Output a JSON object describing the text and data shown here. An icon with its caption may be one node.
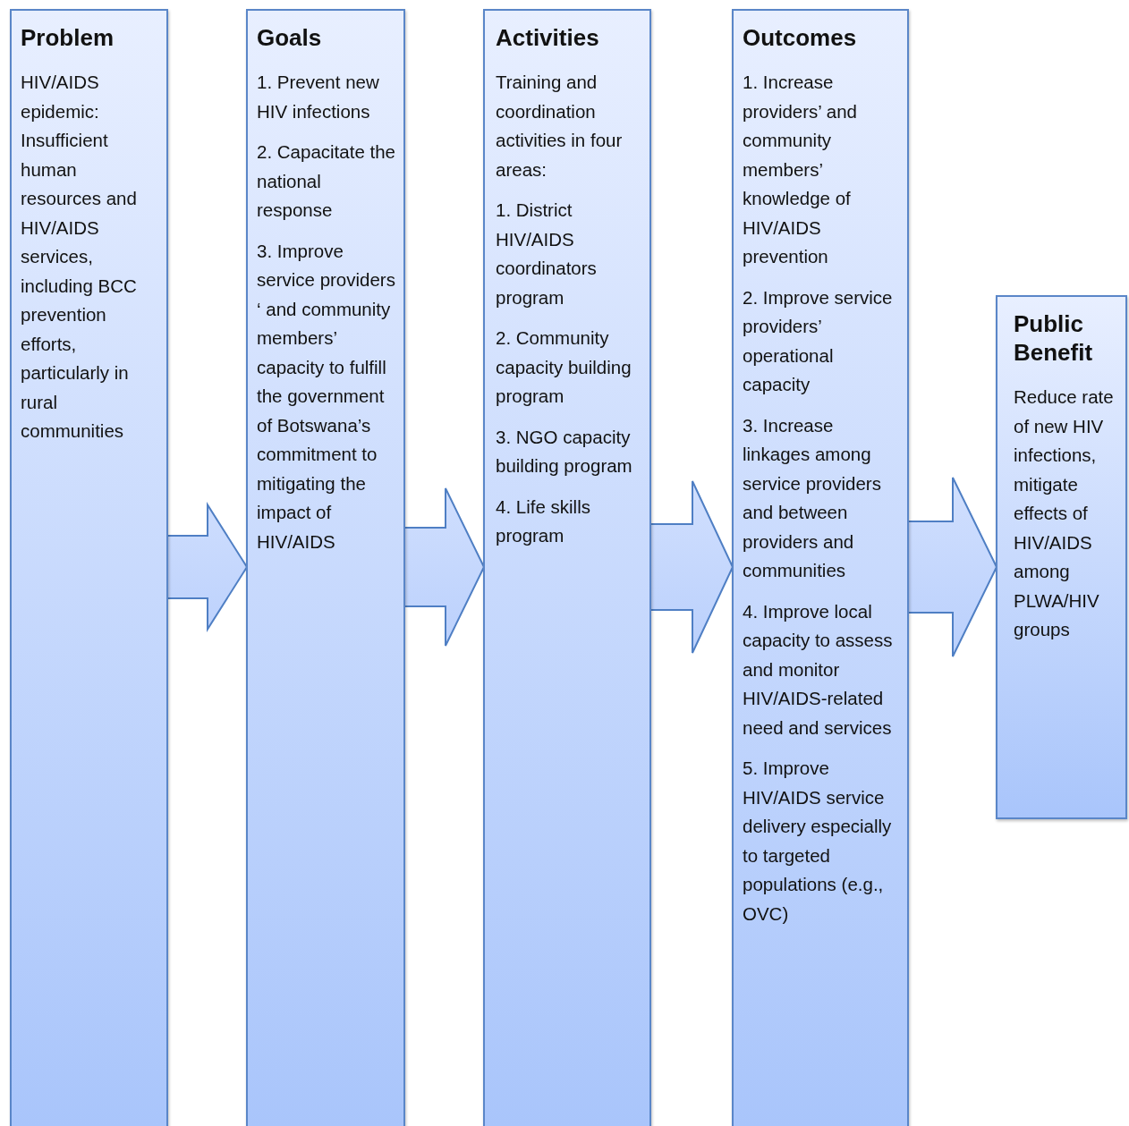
{
  "diagram": {
    "nodes": [
      {
        "text": [
          "Problem",
          "HIV/AIDS epidemic: Insufficient human resources and HIV/AIDS services, including BCC prevention efforts, particularly in rural communities"
        ]
      },
      {
        "text": [
          "Goals",
          "1. Prevent new HIV infections",
          "2. Capacitate the national response",
          "3. Improve service providers ‘ and community members’ capacity to fulfill the government of Botswana’s commitment to mitigating the impact of HIV/AIDS"
        ]
      },
      {
        "text": [
          "Activities",
          "Training and coordination activities in four areas:",
          "1. District HIV/AIDS coordinators program",
          "2. Community capacity building program",
          "3. NGO capacity building program",
          "4. Life skills program"
        ]
      },
      {
        "text": [
          "Outcomes",
          "1. Increase providers’ and community members’ knowledge of HIV/AIDS prevention",
          "2. Improve service providers’ operational capacity",
          "3. Increase linkages among service providers and between providers and communities",
          "4. Improve local capacity to assess and monitor HIV/AIDS-related need and services",
          "5. Improve HIV/AIDS service delivery especially to targeted populations (e.g., OVC)"
        ]
      },
      {
        "text": [
          "Public Benefit",
          "Reduce rate of new HIV infections, mitigate effects of HIV/AIDS among PLWA/HIV groups"
        ]
      }
    ],
    "edges": [
      {
        "from": 0,
        "to": 1,
        "arrow": "to"
      },
      {
        "from": 1,
        "to": 2,
        "arrow": "to"
      },
      {
        "from": 2,
        "to": 3,
        "arrow": "to"
      },
      {
        "from": 3,
        "to": 4,
        "arrow": "to"
      }
    ]
  }
}
